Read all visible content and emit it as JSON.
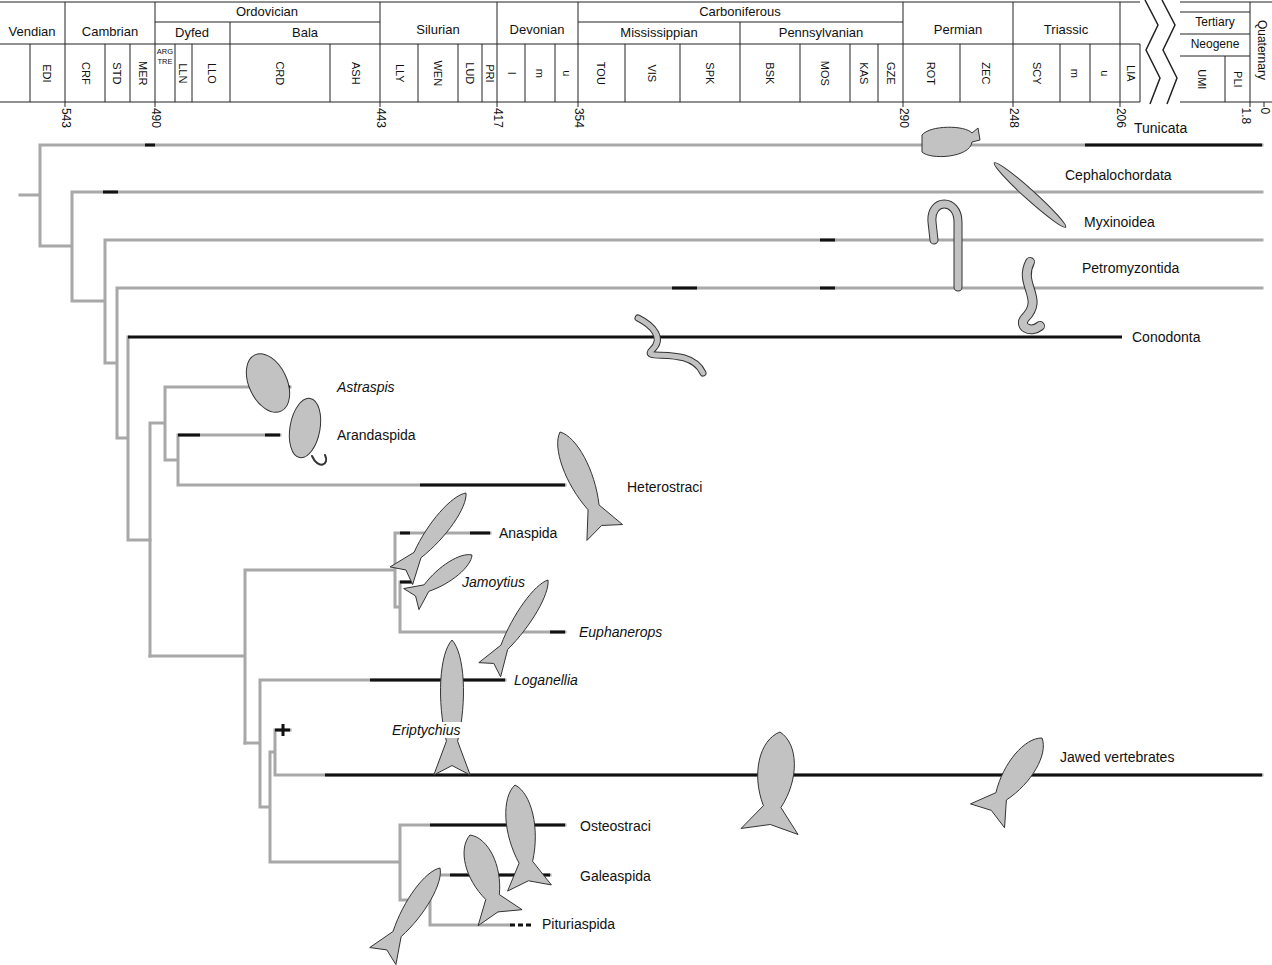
{
  "diagram": {
    "labels": [
      "Vendian",
      "Cambrian",
      "Ordovician",
      "Dyfed",
      "Bala",
      "Silurian",
      "Devonian",
      "Carboniferous",
      "Mississippian",
      "Pennsylvanian",
      "Permian",
      "Triassic",
      "Tertiary",
      "Neogene",
      "Quaternary",
      "EDI",
      "CRF",
      "STD",
      "MER",
      "ARG",
      "TRE",
      "LLN",
      "LLO",
      "CRD",
      "ASH",
      "LLY",
      "WEN",
      "LUD",
      "PRI",
      "l",
      "m",
      "u",
      "TOU",
      "VIS",
      "SPK",
      "BSK",
      "MOS",
      "KAS",
      "GZE",
      "ROT",
      "ZEC",
      "SCY",
      "m",
      "u",
      "LIA",
      "UMI",
      "PLI",
      "543",
      "490",
      "443",
      "417",
      "354",
      "290",
      "248",
      "206",
      "1.8",
      "0",
      "Tunicata",
      "Cephalochordata",
      "Myxinoidea",
      "Petromyzontida",
      "Conodonta",
      "Astraspis",
      "Arandaspida",
      "Heterostraci",
      "Anaspida",
      "Jamoytius",
      "Euphanerops",
      "Loganellia",
      "Eriptychius",
      "Jawed vertebrates",
      "Osteostraci",
      "Galeaspida",
      "Pituriaspida"
    ]
  }
}
